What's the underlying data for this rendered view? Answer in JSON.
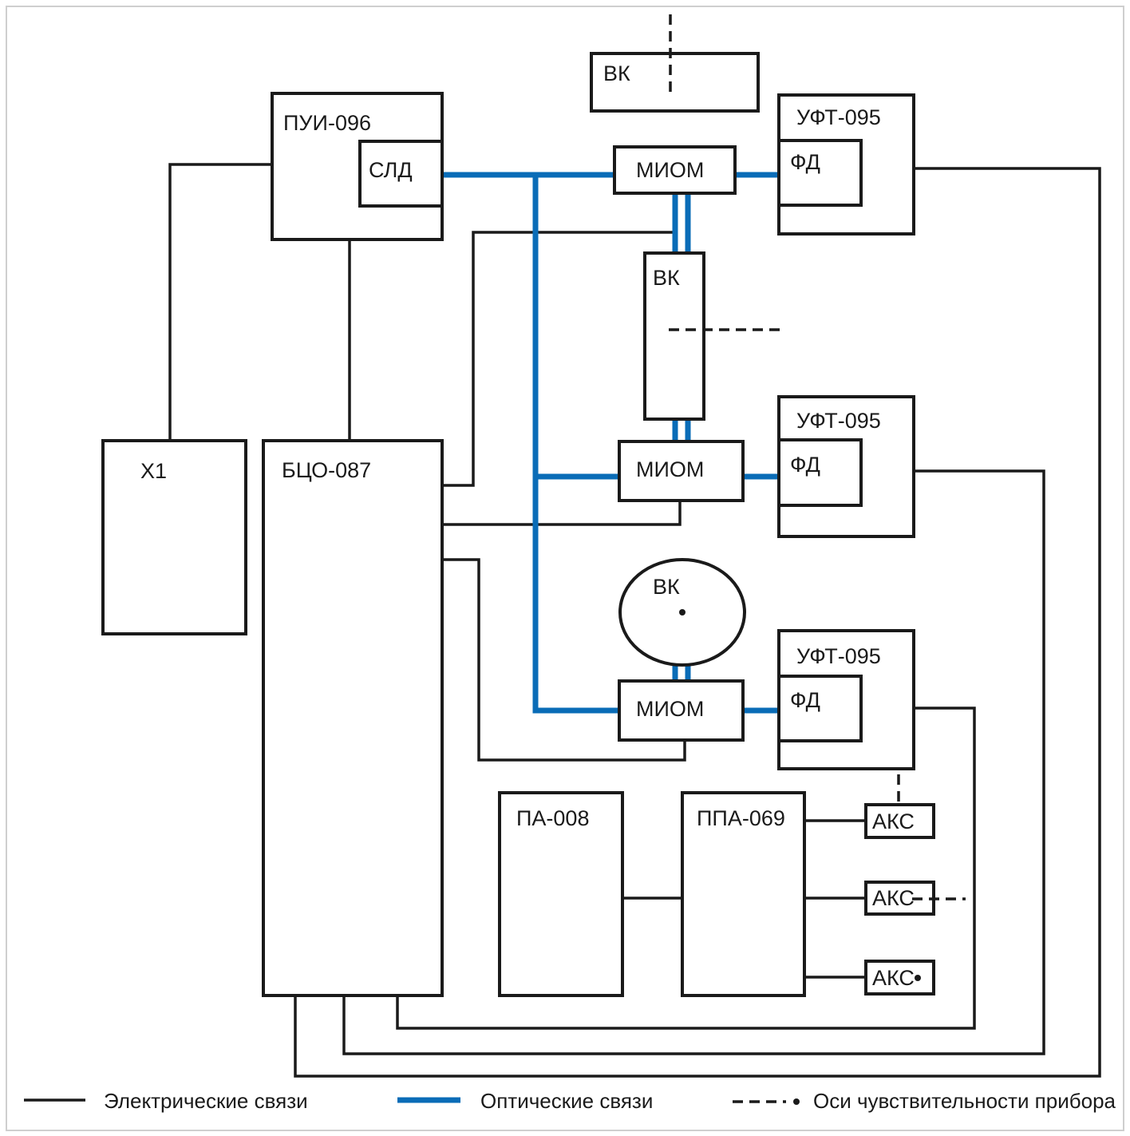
{
  "blocks": {
    "vk_top": "ВК",
    "pui": "ПУИ-096",
    "sld": "СЛД",
    "miom_1": "МИОМ",
    "uft_1": "УФТ-095",
    "fd_1": "ФД",
    "vk_mid": "ВК",
    "uft_2": "УФТ-095",
    "fd_2": "ФД",
    "miom_2": "МИОМ",
    "x1": "Х1",
    "bco": "БЦО-087",
    "vk_round": "ВК",
    "uft_3": "УФТ-095",
    "fd_3": "ФД",
    "miom_3": "МИОМ",
    "pa": "ПА-008",
    "ppa": "ППА-069",
    "aks_1": "АКС",
    "aks_2": "АКС",
    "aks_3": "АКС"
  },
  "legend": {
    "electric": "Электрические связи",
    "optical": "Оптические связи",
    "axes": "Оси чувствительности прибора"
  },
  "colors": {
    "optical": "#0a6cb7",
    "electric": "#1a1a1a",
    "frame": "#cfcfcf"
  }
}
